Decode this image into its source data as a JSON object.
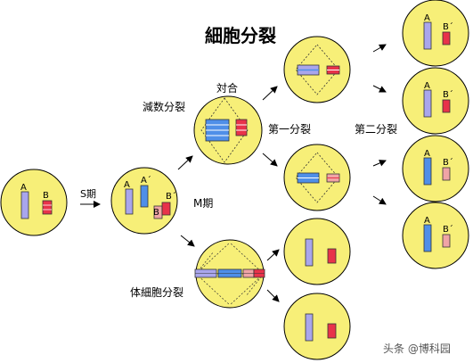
{
  "title": "細胞分裂",
  "labels": {
    "s_phase": "S期",
    "m_phase": "M期",
    "meiosis": "減数分裂",
    "synapsis": "対合",
    "first_division": "第一分裂",
    "second_division": "第二分裂",
    "mitosis": "体細胞分裂",
    "watermark": "头条 @博科园"
  },
  "letters": {
    "a": "A",
    "b": "B",
    "a_prime": "A´",
    "b_prime": "B´"
  },
  "colors": {
    "cell_fill": "#f7ef78",
    "purple": "#a9a6ec",
    "blue": "#4f8fe8",
    "red": "#e8334a",
    "pink": "#f0a4a6"
  }
}
